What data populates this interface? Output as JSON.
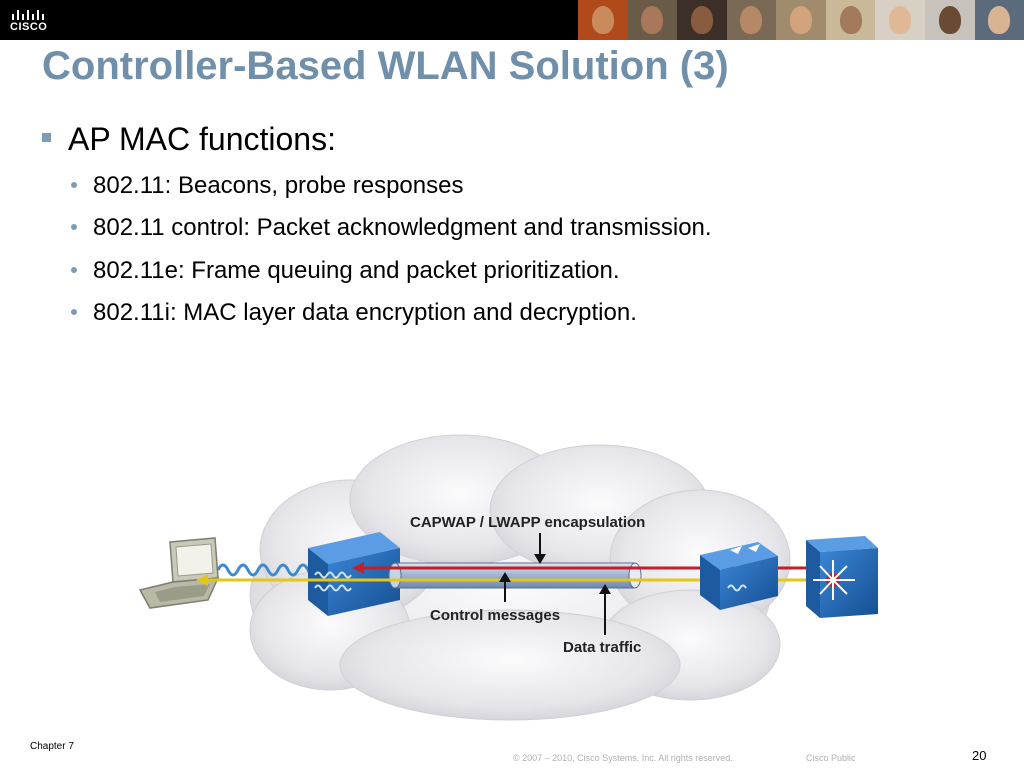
{
  "header": {
    "brand": "CISCO",
    "photos": [
      {
        "bg": "#b04a1a",
        "face": "#c98a5c"
      },
      {
        "bg": "#6a5a48",
        "face": "#a9775a"
      },
      {
        "bg": "#3b2f28",
        "face": "#8a5c3f"
      },
      {
        "bg": "#7a6a55",
        "face": "#b58866"
      },
      {
        "bg": "#a08c6c",
        "face": "#d3a47c"
      },
      {
        "bg": "#c9b998",
        "face": "#a37a5c"
      },
      {
        "bg": "#d8d0c4",
        "face": "#e0b896"
      },
      {
        "bg": "#c7c2bb",
        "face": "#6a4a32"
      },
      {
        "bg": "#5c6b7c",
        "face": "#d9b493"
      }
    ]
  },
  "slide": {
    "title": "Controller-Based WLAN Solution (3)",
    "bullet": "AP MAC functions:",
    "sub_bullets": [
      "802.11: Beacons, probe responses",
      "802.11 control: Packet acknowledgment and transmission.",
      "802.11e: Frame queuing and packet prioritization.",
      "802.11i: MAC layer data encryption and decryption."
    ]
  },
  "diagram": {
    "encapsulation_label": "CAPWAP / LWAPP encapsulation",
    "control_label": "Control messages",
    "data_label": "Data traffic",
    "colors": {
      "cloud": "#e9e9ec",
      "device_blue": "#1b5fa8",
      "red_line": "#c0202a",
      "yellow_line": "#e3c619",
      "tunnel": "#8fa6c8"
    }
  },
  "footer": {
    "chapter": "Chapter 7",
    "copyright": "© 2007 – 2010, Cisco Systems, Inc. All rights reserved.",
    "classification": "Cisco Public",
    "page": "20"
  }
}
